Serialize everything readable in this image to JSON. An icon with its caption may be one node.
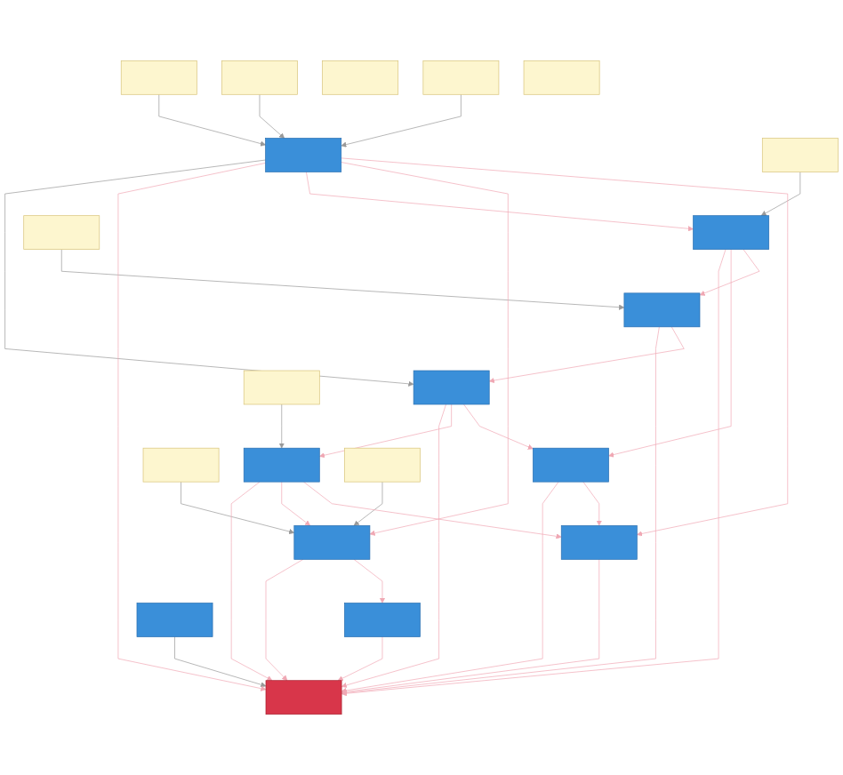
{
  "diagram": {
    "nodes": [
      {
        "text": [],
        "shape": "box"
      },
      {
        "text": [],
        "shape": "box"
      },
      {
        "text": [],
        "shape": "box"
      },
      {
        "text": [],
        "shape": "box"
      },
      {
        "text": [],
        "shape": "box"
      },
      {
        "text": [],
        "shape": "box"
      },
      {
        "text": [],
        "shape": "box"
      },
      {
        "text": [],
        "shape": "box"
      },
      {
        "text": [],
        "shape": "box"
      },
      {
        "text": [],
        "shape": "box"
      },
      {
        "text": [],
        "shape": "box"
      },
      {
        "text": [],
        "shape": "box"
      },
      {
        "text": [],
        "shape": "box"
      },
      {
        "text": [],
        "shape": "box"
      },
      {
        "text": [],
        "shape": "box"
      },
      {
        "text": [],
        "shape": "box"
      },
      {
        "text": [],
        "shape": "box"
      },
      {
        "text": [],
        "shape": "box"
      },
      {
        "text": [],
        "shape": "box"
      },
      {
        "text": [],
        "shape": "box"
      },
      {
        "text": [],
        "shape": "box"
      }
    ],
    "edges": [
      {
        "from": 1,
        "to": 4,
        "arrow": "to",
        "color": "#999999"
      },
      {
        "from": 0,
        "to": 4,
        "arrow": "to",
        "color": "#999999"
      },
      {
        "from": 3,
        "to": 4,
        "arrow": "to",
        "color": "#999999"
      },
      {
        "from": 6,
        "to": 8,
        "arrow": "to",
        "color": "#999999"
      },
      {
        "from": 7,
        "to": 9,
        "arrow": "to",
        "color": "#999999"
      },
      {
        "from": 10,
        "to": 12,
        "arrow": "to",
        "color": "#999999"
      },
      {
        "from": 13,
        "to": 12,
        "arrow": "to",
        "color": "#999999"
      },
      {
        "from": 17,
        "to": 14,
        "arrow": "to",
        "color": "#999999"
      },
      {
        "from": 4,
        "to": 5,
        "arrow": "to",
        "color": "#999999"
      },
      {
        "from": 19,
        "to": 20,
        "arrow": "to",
        "color": "#999999"
      },
      {
        "from": 4,
        "to": 20,
        "arrow": "to"
      },
      {
        "from": 5,
        "to": 20,
        "arrow": "to"
      },
      {
        "from": 8,
        "to": 20,
        "arrow": "to"
      },
      {
        "from": 9,
        "to": 20,
        "arrow": "to"
      },
      {
        "from": 11,
        "to": 20,
        "arrow": "to"
      },
      {
        "from": 12,
        "to": 20,
        "arrow": "to"
      },
      {
        "from": 14,
        "to": 20,
        "arrow": "to"
      },
      {
        "from": 15,
        "to": 20,
        "arrow": "to"
      },
      {
        "from": 16,
        "to": 20,
        "arrow": "to"
      },
      {
        "from": 4,
        "to": 9,
        "arrow": "to"
      },
      {
        "from": 4,
        "to": 12,
        "arrow": "to"
      },
      {
        "from": 4,
        "to": 16,
        "arrow": "to"
      },
      {
        "from": 5,
        "to": 8,
        "arrow": "to"
      },
      {
        "from": 5,
        "to": 11,
        "arrow": "to"
      },
      {
        "from": 14,
        "to": 5,
        "arrow": "to"
      },
      {
        "from": 8,
        "to": 12,
        "arrow": "to"
      },
      {
        "from": 8,
        "to": 16,
        "arrow": "to"
      },
      {
        "from": 9,
        "to": 11,
        "arrow": "to"
      },
      {
        "from": 9,
        "to": 14,
        "arrow": "to"
      },
      {
        "from": 11,
        "to": 16,
        "arrow": "to"
      },
      {
        "from": 12,
        "to": 15,
        "arrow": "to"
      }
    ]
  }
}
